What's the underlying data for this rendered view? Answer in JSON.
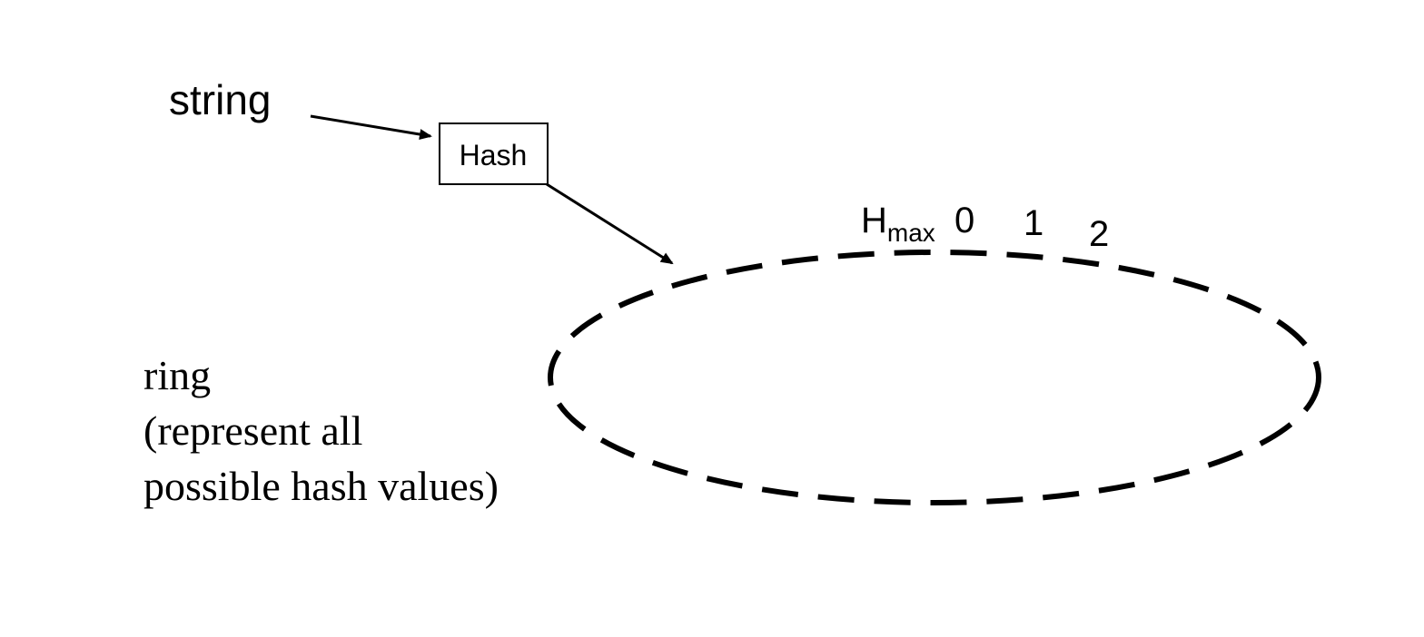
{
  "input_label": "string",
  "hash_box_label": "Hash",
  "ring_positions": {
    "hmax_main": "H",
    "hmax_sub": "max",
    "zero": "0",
    "one": "1",
    "two": "2"
  },
  "ring_caption": {
    "line1": "ring",
    "line2": "(represent all",
    "line3": "possible hash values)"
  },
  "colors": {
    "ink": "#000000",
    "background": "#ffffff"
  }
}
